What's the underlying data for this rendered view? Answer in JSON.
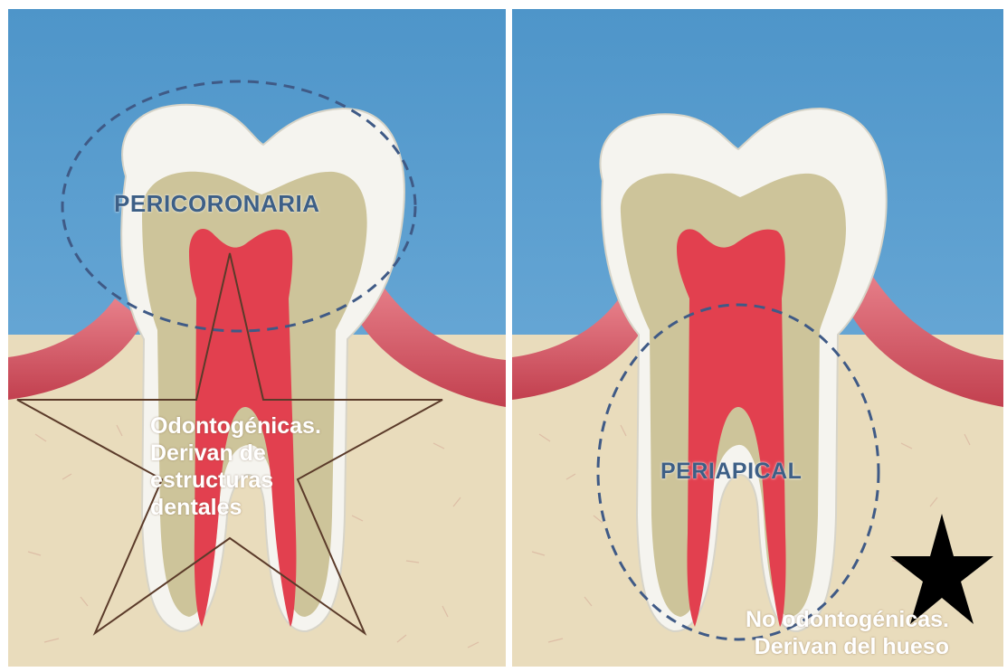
{
  "left_panel": {
    "region_label": "PERICORONARIA",
    "note_lines": [
      "Odontogénicas.",
      "Derivan de",
      "estructuras",
      "dentales"
    ]
  },
  "right_panel": {
    "region_label": "PERIAPICAL",
    "note_lines": [
      "No odontogénicas.",
      "Derivan del hueso"
    ]
  },
  "colors": {
    "sky": "#5a9fd0",
    "bone": "#e9dcbc",
    "gum": "#d85c6c",
    "enamel": "#f5f4ef",
    "dentin": "#cdc49a",
    "pulp": "#e2404f",
    "dashed_ellipse": "#3f5a86",
    "star_outline": "#5b3b2a",
    "star_fill": "#000000"
  },
  "icons": [
    "star-outline-icon",
    "star-filled-icon"
  ]
}
